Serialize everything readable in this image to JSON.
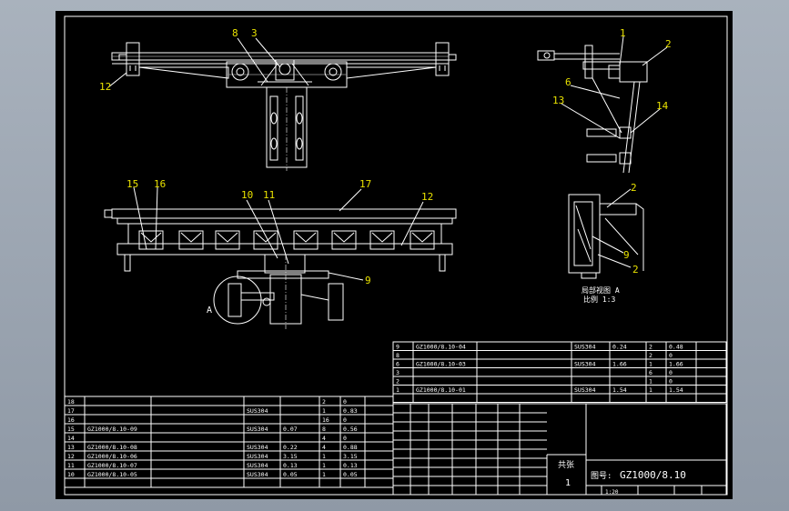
{
  "balloons_top": [
    "8",
    "3",
    "12"
  ],
  "balloons_side": [
    "1",
    "2",
    "6",
    "13",
    "14"
  ],
  "balloons_front": [
    "15",
    "16",
    "17",
    "12",
    "10",
    "11",
    "9"
  ],
  "balloons_detail": [
    "2",
    "9",
    "2"
  ],
  "detail_circle_label": "A",
  "detail_title": "局部视图 A",
  "detail_scale": "比例 1:3",
  "bom_right_rows": [
    [
      "9",
      "GZ1000/8.10-04",
      "",
      "SUS304",
      "0.24",
      "2",
      "0.48"
    ],
    [
      "8",
      "",
      "",
      "",
      "",
      "2",
      "0"
    ],
    [
      "6",
      "GZ1000/8.10-03",
      "",
      "SUS304",
      "1.66",
      "1",
      "1.66"
    ],
    [
      "3",
      "",
      "",
      "",
      "",
      "6",
      "0"
    ],
    [
      "2",
      "",
      "",
      "",
      "",
      "1",
      "0"
    ],
    [
      "1",
      "GZ1000/8.10-01",
      "",
      "SUS304",
      "1.54",
      "1",
      "1.54"
    ]
  ],
  "bom_left_rows": [
    [
      "18",
      "",
      "",
      "",
      "",
      "2",
      "0"
    ],
    [
      "17",
      "",
      "",
      "SUS304",
      "",
      "1",
      "0.83"
    ],
    [
      "16",
      "",
      "",
      "",
      "",
      "16",
      "0"
    ],
    [
      "15",
      "GZ1000/8.10-09",
      "",
      "SUS304",
      "0.07",
      "8",
      "0.56"
    ],
    [
      "14",
      "",
      "",
      "",
      "",
      "4",
      "0"
    ],
    [
      "13",
      "GZ1000/8.10-08",
      "",
      "SUS304",
      "0.22",
      "4",
      "0.88"
    ],
    [
      "12",
      "GZ1000/8.10-06",
      "",
      "SUS304",
      "3.15",
      "1",
      "3.15"
    ],
    [
      "11",
      "GZ1000/8.10-07",
      "",
      "SUS304",
      "0.13",
      "1",
      "0.13"
    ],
    [
      "10",
      "GZ1000/8.10-05",
      "",
      "SUS304",
      "0.05",
      "1",
      "0.05"
    ]
  ],
  "drawing_no_label": "图号:",
  "drawing_number": "GZ1000/8.10",
  "sheet_count_label": "共张",
  "sheet_count": "1",
  "scale_value": "1:20",
  "colors": {
    "background": "#000000",
    "line": "#ffffff",
    "balloon": "#e8e100",
    "frame_outer": "#a9b2bd"
  }
}
